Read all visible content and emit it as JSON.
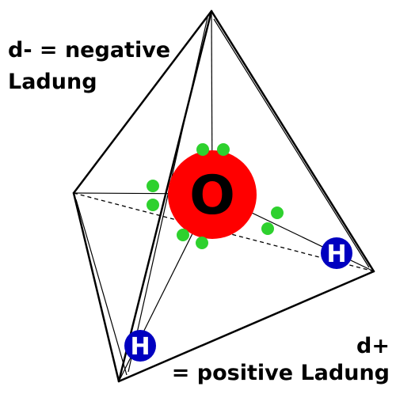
{
  "labels": {
    "negative_line1": "d- = negative",
    "negative_line2": "Ladung",
    "positive_line1": "d+",
    "positive_line2": "= positive Ladung"
  },
  "atoms": {
    "oxygen_symbol": "O",
    "hydrogen_symbol_1": "H",
    "hydrogen_symbol_2": "H"
  },
  "colors": {
    "oxygen": "#ff0000",
    "hydrogen": "#0000c0",
    "lone_pair_electrons": "#2ed12e",
    "edges": "#000000"
  }
}
